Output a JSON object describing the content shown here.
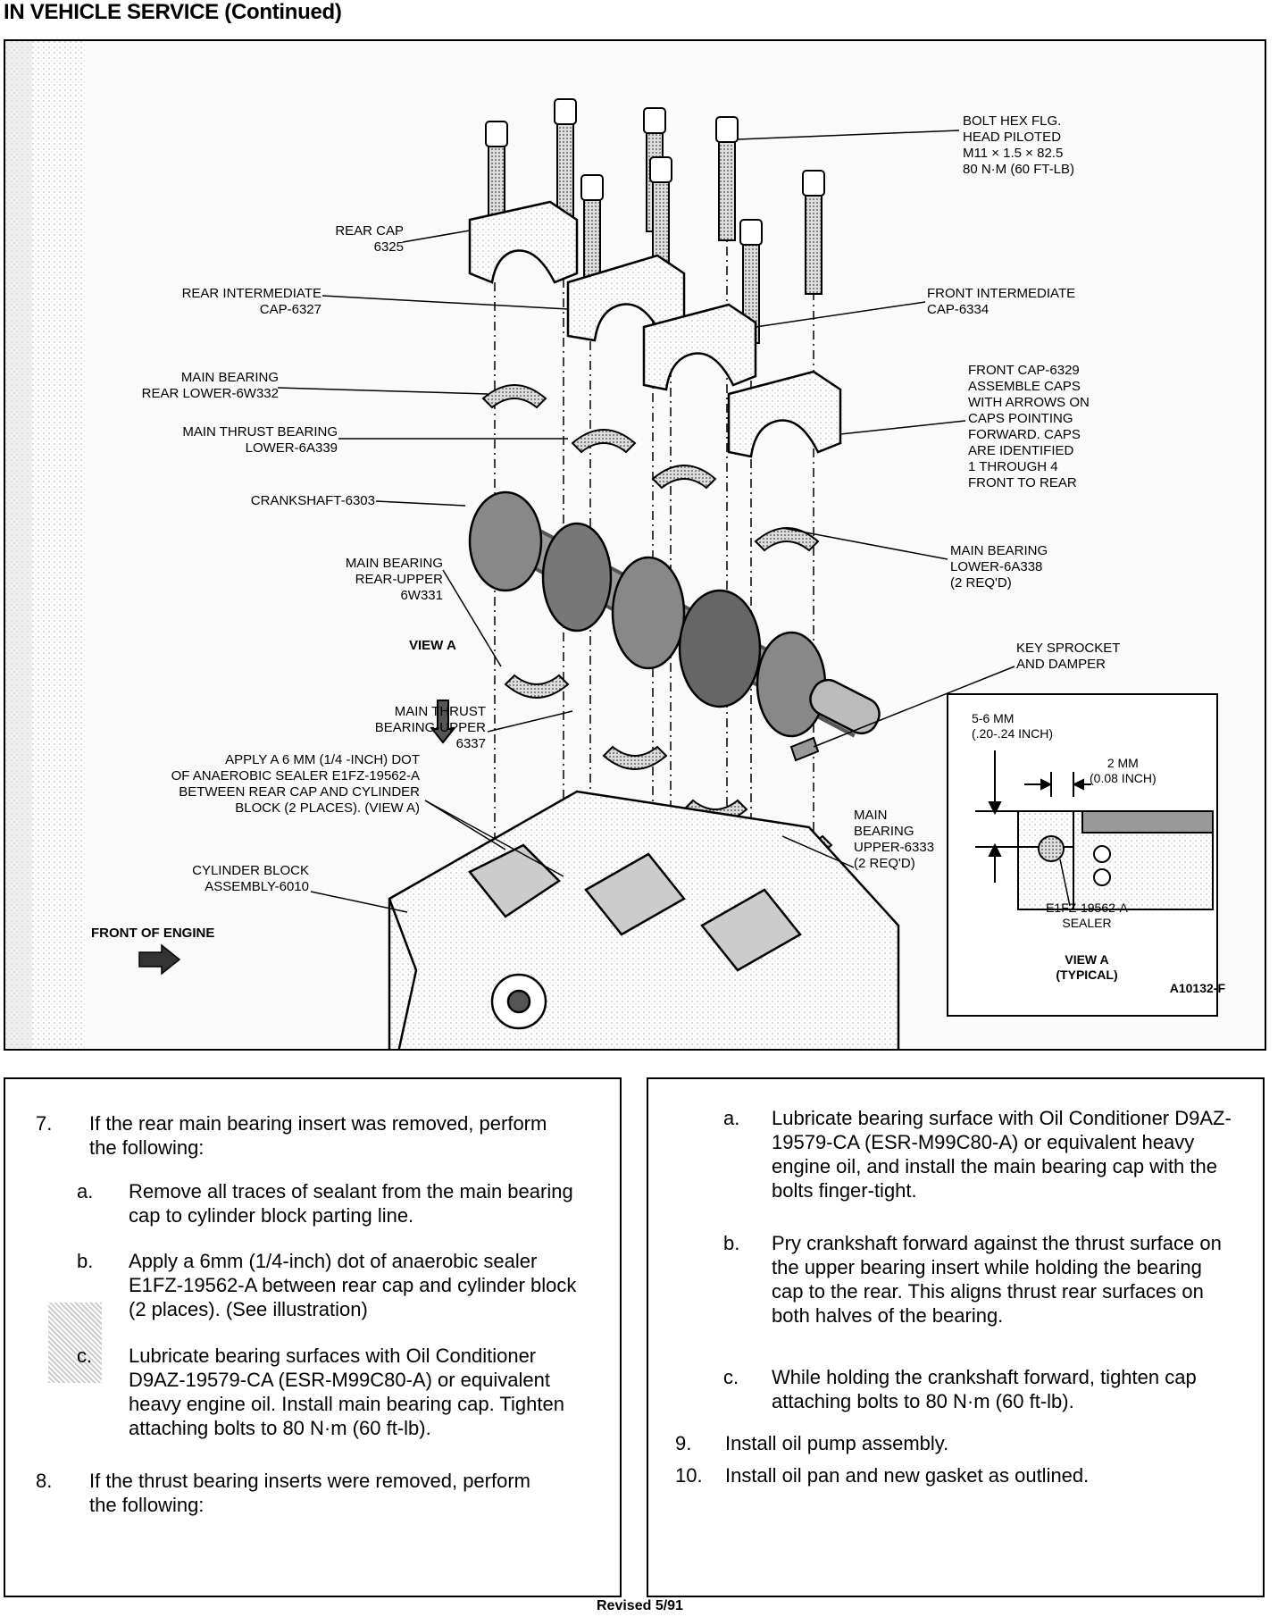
{
  "header": {
    "title": "IN VEHICLE SERVICE (Continued)"
  },
  "figure": {
    "callouts": {
      "bolt": "BOLT HEX FLG.\nHEAD PILOTED\nM11 × 1.5 × 82.5\n80 N·m (60 FT-LB)",
      "rear_cap": "REAR CAP\n6325",
      "rear_intermediate_cap": "REAR INTERMEDIATE\nCAP-6327",
      "front_intermediate_cap": "FRONT INTERMEDIATE\nCAP-6334",
      "main_bearing_rear_lower": "MAIN BEARING\nREAR LOWER-6W332",
      "front_cap": "FRONT CAP-6329\nASSEMBLE CAPS\nWITH ARROWS ON\nCAPS POINTING\nFORWARD. CAPS\nARE IDENTIFIED\n1 THROUGH 4\nFRONT TO REAR",
      "main_thrust_bearing_lower": "MAIN THRUST BEARING\nLOWER-6A339",
      "crankshaft": "CRANKSHAFT-6303",
      "main_bearing_rear_upper": "MAIN BEARING\nREAR-UPPER\n6W331",
      "main_bearing_lower_6a338": "MAIN BEARING\nLOWER-6A338\n(2 REQ'D)",
      "view_a": "VIEW A",
      "key_sprocket": "KEY SPROCKET\nAND DAMPER",
      "main_thrust_bearing_upper": "MAIN THRUST\nBEARING-UPPER\n6337",
      "apply_sealer": "APPLY A 6 mm (1/4 -INCH) DOT\nOF ANAEROBIC SEALER E1FZ-19562-A\nBETWEEN REAR CAP AND CYLINDER\nBLOCK (2 PLACES). (VIEW A)",
      "main_bearing_upper": "MAIN\nBEARING\nUPPER-6333\n(2 REQ'D)",
      "cylinder_block": "CYLINDER BLOCK\nASSEMBLY-6010",
      "front_of_engine": "FRONT OF ENGINE"
    },
    "inset": {
      "dim1": "5-6 mm\n(.20-.24 INCH)",
      "dim2": "2 mm\n(0.08 INCH)",
      "sealer": "E1FZ-19562-A\nSEALER",
      "caption": "VIEW A\n(TYPICAL)"
    },
    "figure_id": "A10132-F"
  },
  "left_column": [
    {
      "num": "7.",
      "text": "If the rear main bearing insert was removed, perform the following:"
    },
    {
      "num": "a.",
      "text": "Remove all traces of sealant from the main bearing cap to cylinder block parting line."
    },
    {
      "num": "b.",
      "text": "Apply a 6mm (1/4-inch) dot of anaerobic sealer E1FZ-19562-A between rear cap and cylinder block (2 places). (See illustration)"
    },
    {
      "num": "c.",
      "text": "Lubricate bearing surfaces with Oil Conditioner D9AZ-19579-CA (ESR-M99C80-A) or equivalent heavy engine oil. Install main bearing cap. Tighten attaching bolts to 80 N·m (60 ft-lb)."
    },
    {
      "num": "8.",
      "text": "If the thrust bearing inserts were removed, perform the following:"
    }
  ],
  "right_column": [
    {
      "num": "a.",
      "text": "Lubricate bearing surface with Oil Conditioner D9AZ-19579-CA (ESR-M99C80-A) or equivalent heavy engine oil, and install the main bearing cap with the bolts finger-tight."
    },
    {
      "num": "b.",
      "text": "Pry crankshaft forward against the thrust surface on the upper bearing insert while holding the bearing cap to the rear. This aligns thrust rear surfaces on both halves of the bearing."
    },
    {
      "num": "c.",
      "text": "While holding the crankshaft forward, tighten cap attaching bolts to 80 N·m (60 ft-lb)."
    },
    {
      "num": "9.",
      "text": "Install oil pump assembly."
    },
    {
      "num": "10.",
      "text": "Install oil pan and new gasket as outlined."
    }
  ],
  "footer": {
    "revised": "Revised 5/91"
  }
}
